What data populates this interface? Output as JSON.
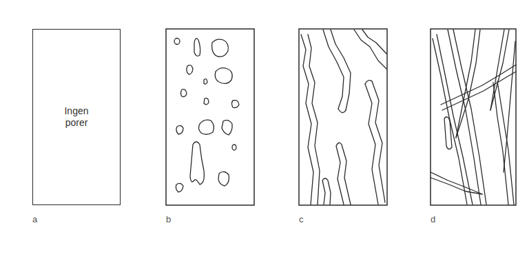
{
  "diagram": {
    "nodes": [
      {
        "text": [
          "Ingen porer"
        ]
      }
    ],
    "labels": [
      "a",
      "b",
      "c",
      "d"
    ]
  }
}
